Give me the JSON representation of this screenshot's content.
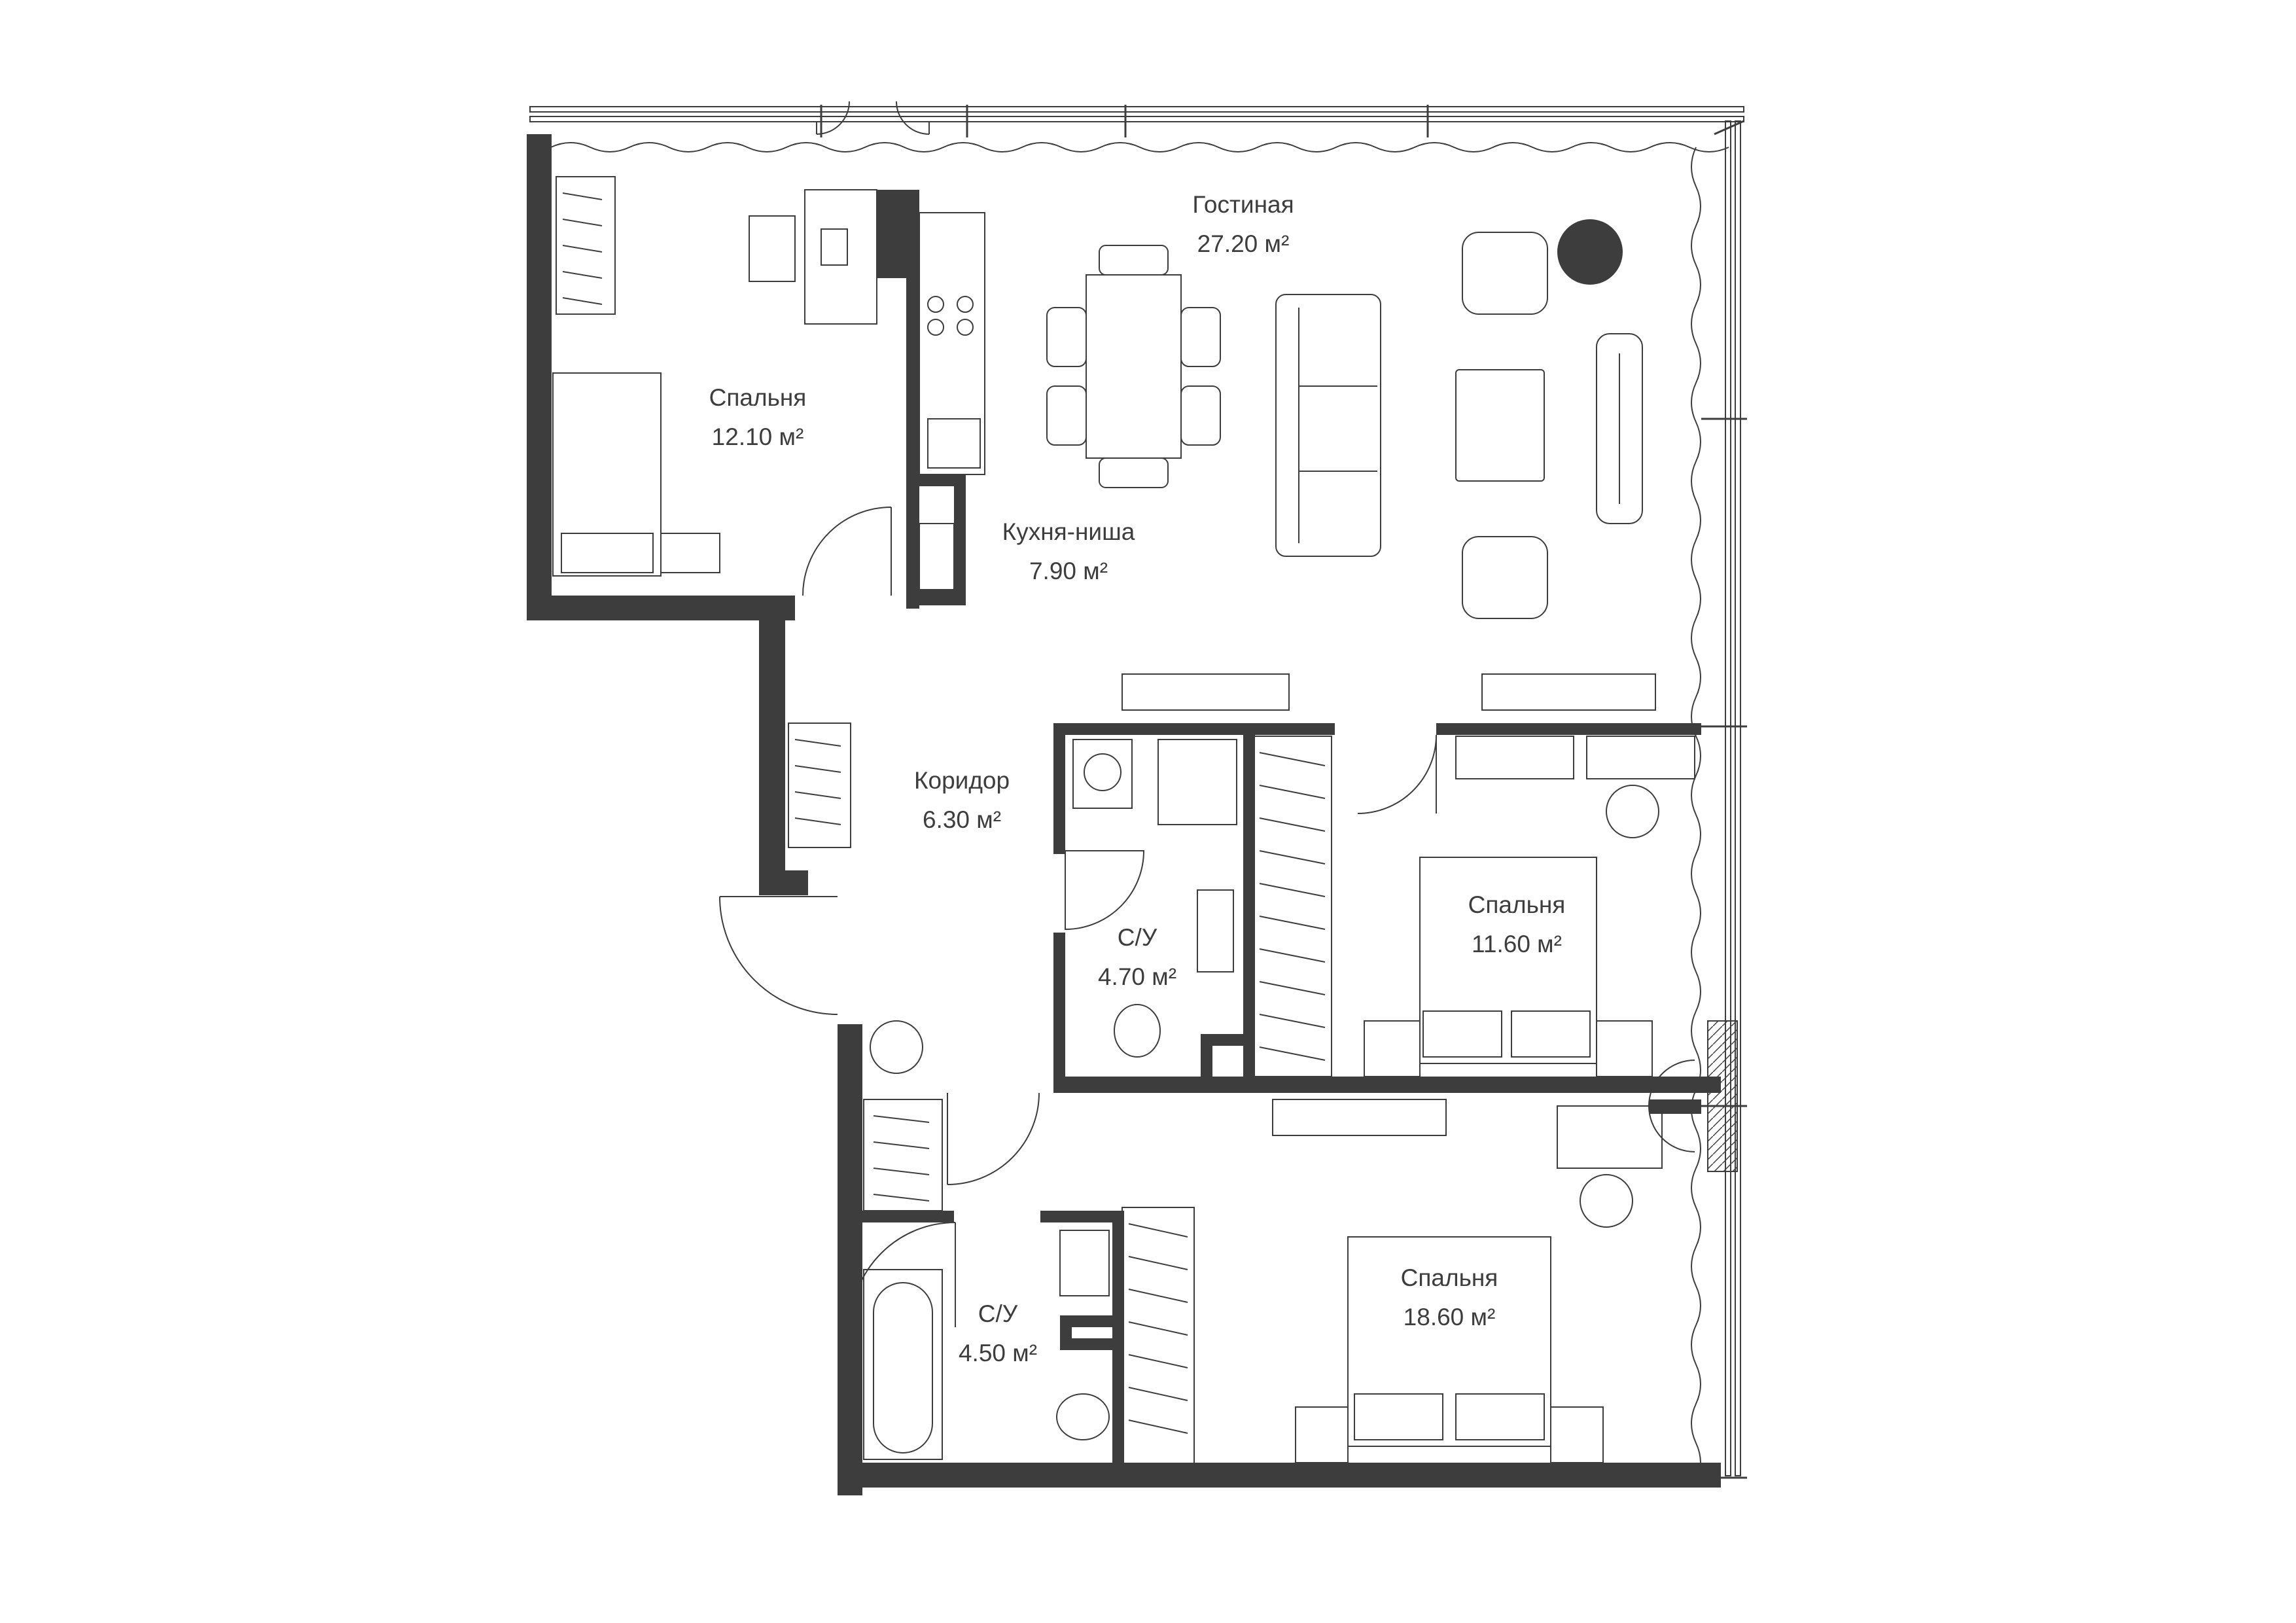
{
  "rooms": {
    "living": {
      "name": "Гостиная",
      "area": "27.20 м²"
    },
    "bedroom_nw": {
      "name": "Спальня",
      "area": "12.10 м²"
    },
    "kitchen": {
      "name": "Кухня-ниша",
      "area": "7.90 м²"
    },
    "corridor": {
      "name": "Коридор",
      "area": "6.30 м²"
    },
    "bathroom_1": {
      "name": "С/У",
      "area": "4.70 м²"
    },
    "bedroom_e": {
      "name": "Спальня",
      "area": "11.60 м²"
    },
    "bathroom_2": {
      "name": "С/У",
      "area": "4.50 м²"
    },
    "bedroom_se": {
      "name": "Спальня",
      "area": "18.60 м²"
    }
  },
  "colors": {
    "wall": "#3d3d3e",
    "background": "#ffffff"
  }
}
